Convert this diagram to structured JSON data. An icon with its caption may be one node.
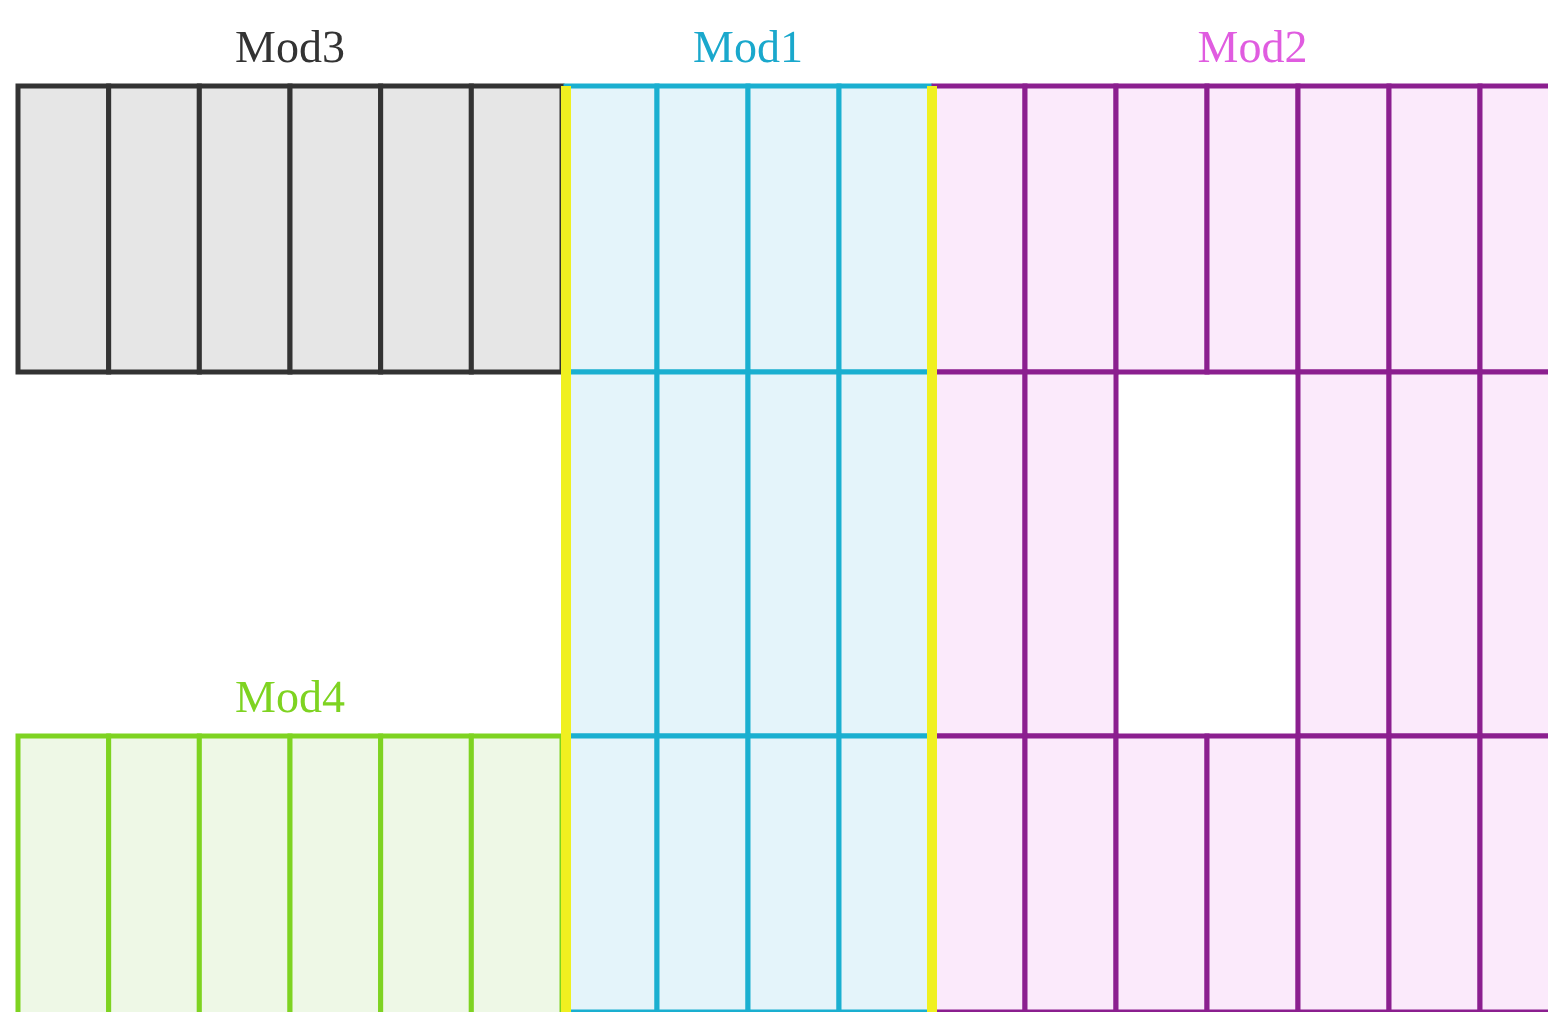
{
  "diagram": {
    "nodes": [
      {
        "text": [
          "Mod3"
        ]
      },
      {
        "text": [
          "Mod1"
        ]
      },
      {
        "text": [
          "Mod2"
        ]
      },
      {
        "text": [
          "Mod4"
        ]
      }
    ]
  }
}
